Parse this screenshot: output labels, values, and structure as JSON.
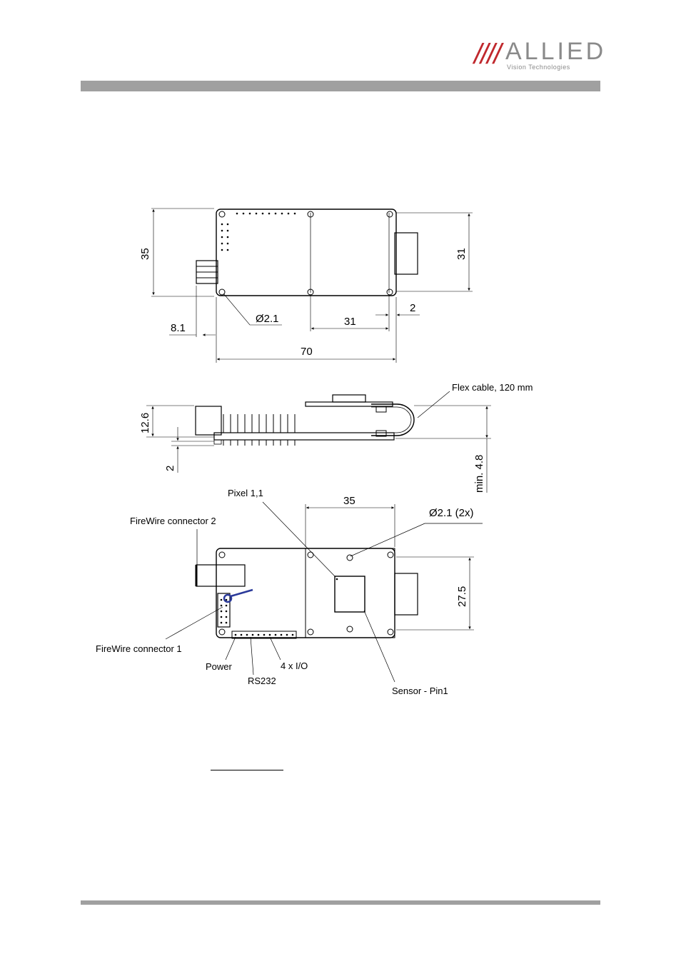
{
  "header": {
    "logo_slashes": "////",
    "logo_word": "ALLIED",
    "logo_sub": "Vision Technologies"
  },
  "top_view": {
    "dim_height_left": "35",
    "dim_height_right": "31",
    "hole_label": "Ø2.1",
    "dim_connector_offset": "8.1",
    "dim_hole_spacing": "31",
    "dim_edge_offset": "2",
    "dim_total_length": "70"
  },
  "side_view": {
    "flex_cable_label": "Flex cable, 120 mm",
    "dim_height": "12.6",
    "dim_base": "2",
    "dim_min": "min. 4.8"
  },
  "bottom_view": {
    "pixel_label": "Pixel 1,1",
    "dim_width": "35",
    "holes_label": "Ø2.1 (2x)",
    "firewire2_label": "FireWire connector 2",
    "firewire1_label": "FireWire connector 1",
    "dim_height": "27.5",
    "power_label": "Power",
    "io_label": "4 x  I/O",
    "rs232_label": "RS232",
    "sensor_label": "Sensor - Pin1"
  }
}
